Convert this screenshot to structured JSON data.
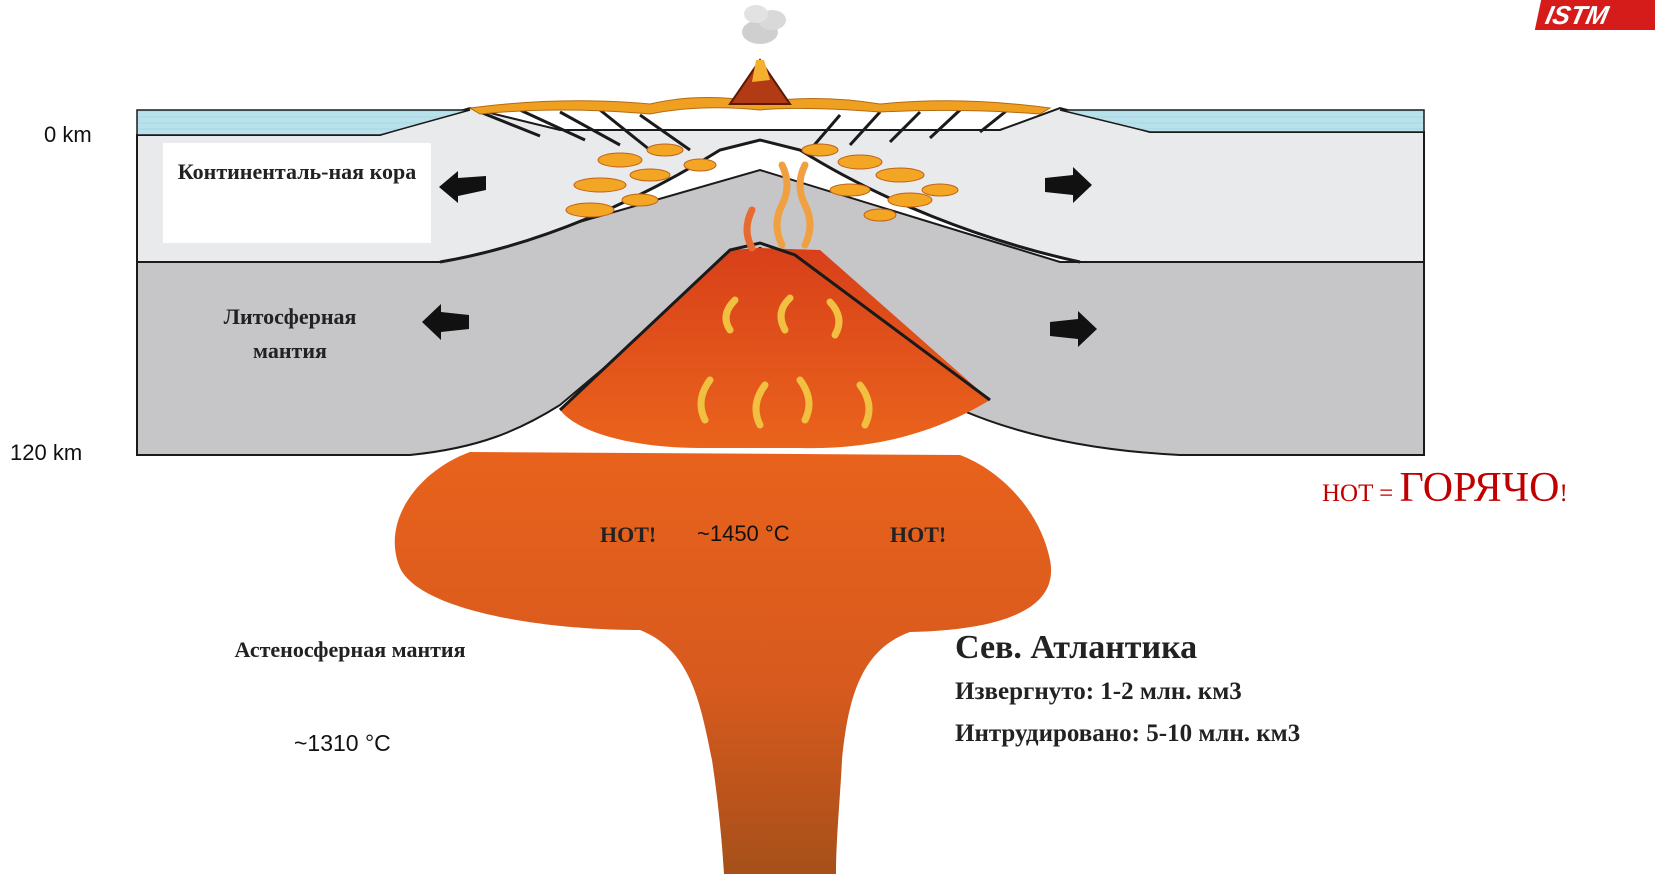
{
  "depth_labels": {
    "top": "0 km",
    "bottom": "120 km"
  },
  "layers": {
    "continental_crust": "Континенталь-ная кора",
    "lithospheric_mantle": "Литосферная мантия",
    "asthenospheric_mantle": "Астеносферная мантия"
  },
  "plume": {
    "hot_left": "HOT!",
    "temperature": "~1450 °C",
    "hot_right": "HOT!"
  },
  "asthenosphere_temperature": "~1310 °C",
  "translation_note": {
    "prefix": "HOT = ",
    "word": "ГОРЯЧО",
    "suffix": "!"
  },
  "info": {
    "title": "Сев. Атлантика",
    "erupted": "Извергнуто: 1-2 млн. км3",
    "intruded": "Интрудировано: 5-10 млн. км3"
  },
  "logo_text": "ISTM",
  "colors": {
    "ocean": "#b5dfea",
    "crust": "#e9eaec",
    "lithosphere": "#c6c6c8",
    "plume_orange": "#e0601e",
    "plume_brown": "#b4501a",
    "text_red": "#c00000",
    "logo_red": "#d61b1b"
  }
}
